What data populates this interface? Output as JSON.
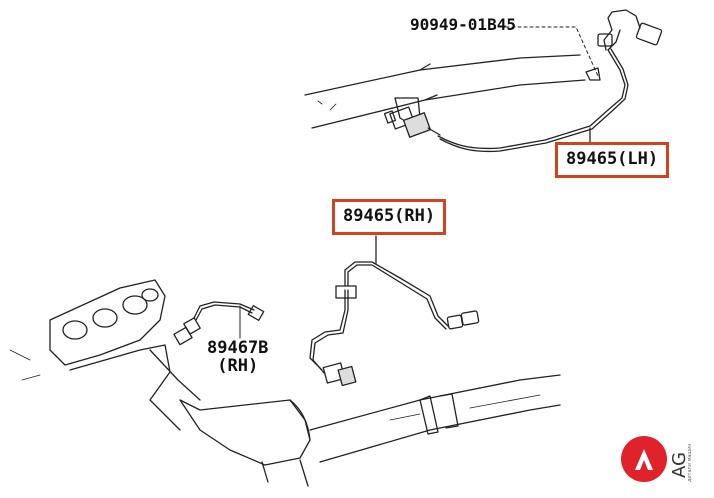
{
  "labels": {
    "p90949": "90949-01B45",
    "lh": "89465(LH)",
    "rh": "89465(RH)",
    "p89467_line1": "89467B",
    "p89467_line2": "(RH)"
  },
  "logo": {
    "brand": "AG",
    "tagline": "детали машин"
  },
  "colors": {
    "highlight_box": "#d2441f",
    "logo_red": "#e0232a",
    "line": "#222222"
  },
  "icons": [
    "logo-lambda-icon"
  ]
}
